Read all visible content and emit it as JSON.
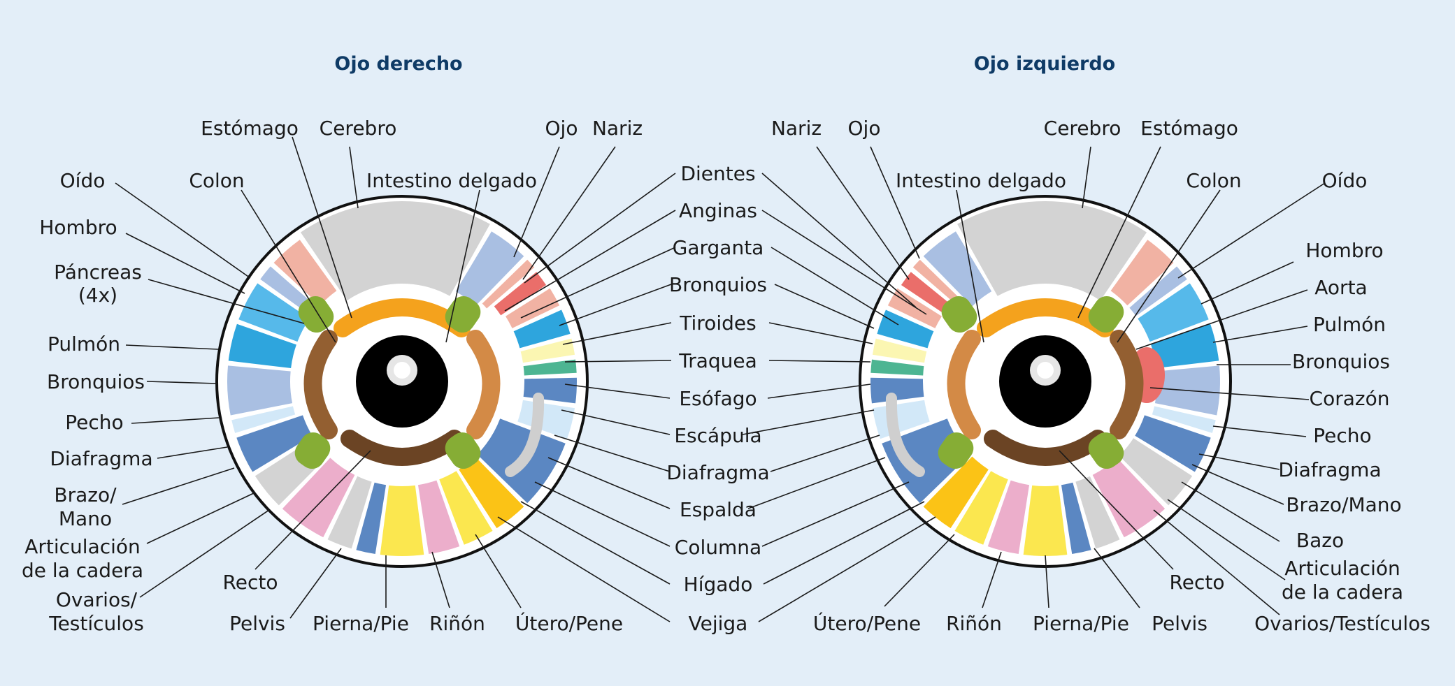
{
  "titles": {
    "right_eye": "Ojo derecho",
    "left_eye": "Ojo izquierdo"
  },
  "labels": {
    "r_estomago": "Estómago",
    "r_cerebro": "Cerebro",
    "r_ojo": "Ojo",
    "r_nariz": "Nariz",
    "r_oido": "Oído",
    "r_colon": "Colon",
    "r_intestino": "Intestino delgado",
    "r_hombro": "Hombro",
    "r_pancreas_1": "Páncreas",
    "r_pancreas_2": "(4x)",
    "r_pulmon": "Pulmón",
    "r_bronquios": "Bronquios",
    "r_pecho": "Pecho",
    "r_diafragma": "Diafragma",
    "r_brazo_1": "Brazo/",
    "r_brazo_2": "Mano",
    "r_articulacion_1": "Articulación",
    "r_articulacion_2": "de la cadera",
    "r_ovarios_1": "Ovarios/",
    "r_ovarios_2": "Testículos",
    "r_recto": "Recto",
    "r_pelvis": "Pelvis",
    "r_pierna": "Pierna/Pie",
    "r_rinon": "Riñón",
    "r_utero": "Útero/Pene",
    "c_dientes": "Dientes",
    "c_anginas": "Anginas",
    "c_garganta": "Garganta",
    "c_bronquios": "Bronquios",
    "c_tiroides": "Tiroides",
    "c_traquea": "Traquea",
    "c_esofago": "Esófago",
    "c_escapula": "Escápula",
    "c_diafragma": "Diafragma",
    "c_espalda": "Espalda",
    "c_columna": "Columna",
    "c_higado": "Hígado",
    "c_vejiga": "Vejiga",
    "l_nariz": "Nariz",
    "l_ojo": "Ojo",
    "l_cerebro": "Cerebro",
    "l_estomago": "Estómago",
    "l_intestino": "Intestino delgado",
    "l_colon": "Colon",
    "l_oido": "Oído",
    "l_hombro": "Hombro",
    "l_aorta": "Aorta",
    "l_pulmon": "Pulmón",
    "l_bronquios": "Bronquios",
    "l_corazon": "Corazón",
    "l_pecho": "Pecho",
    "l_diafragma": "Diafragma",
    "l_brazo": "Brazo/Mano",
    "l_bazo": "Bazo",
    "l_articulacion_1": "Articulación",
    "l_articulacion_2": "de la cadera",
    "l_ovarios": "Ovarios/Testículos",
    "l_recto": "Recto",
    "l_pelvis": "Pelvis",
    "l_pierna": "Pierna/Pie",
    "l_rinon": "Riñón",
    "l_utero": "Útero/Pene"
  },
  "colors": {
    "background": "#e3eef8",
    "title": "#0f3b66",
    "brain_grey": "#d3d3d3",
    "salmon": "#f1b2a3",
    "light_blue": "#a9bfe2",
    "sky_blue": "#56b9ea",
    "mid_blue": "#2ea5dd",
    "steel_blue": "#5b87c2",
    "pale_blue": "#d2e8f8",
    "pink": "#ecaecb",
    "yellow": "#fbe74f",
    "amber": "#fbc316",
    "cream": "#fbf6b2",
    "teal": "#4db592",
    "red": "#ea6e6a",
    "olive": "#86ad35",
    "orange": "#f4a21d",
    "brown": "#935f31",
    "tan": "#d38a46",
    "dark_brown": "#6b4424"
  }
}
